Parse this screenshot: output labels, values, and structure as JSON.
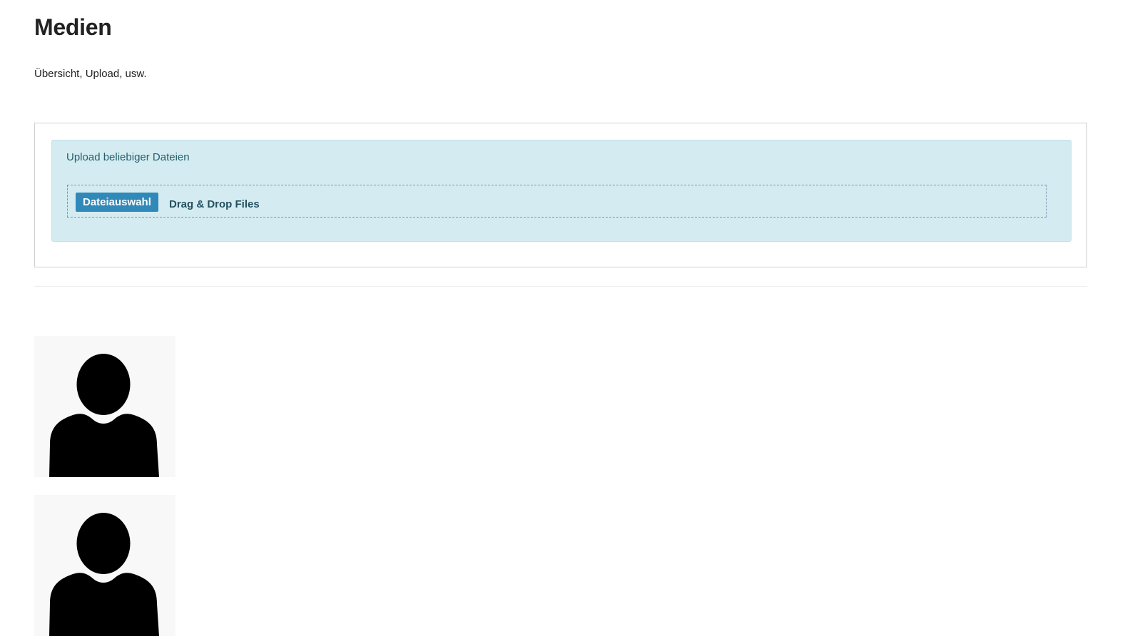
{
  "page": {
    "title": "Medien",
    "subtitle": "Übersicht, Upload, usw."
  },
  "upload": {
    "heading": "Upload beliebiger Dateien",
    "select_button_label": "Dateiauswahl",
    "dropzone_label": "Drag & Drop Files"
  },
  "media": {
    "items": [
      {
        "icon": "user-avatar-icon"
      },
      {
        "icon": "user-avatar-icon"
      }
    ]
  },
  "colors": {
    "alert_background": "#d4ecf1",
    "alert_text": "#255f6e",
    "button_background": "#3089b8",
    "button_text": "#ffffff",
    "thumbnail_background": "#f8f8f8"
  }
}
